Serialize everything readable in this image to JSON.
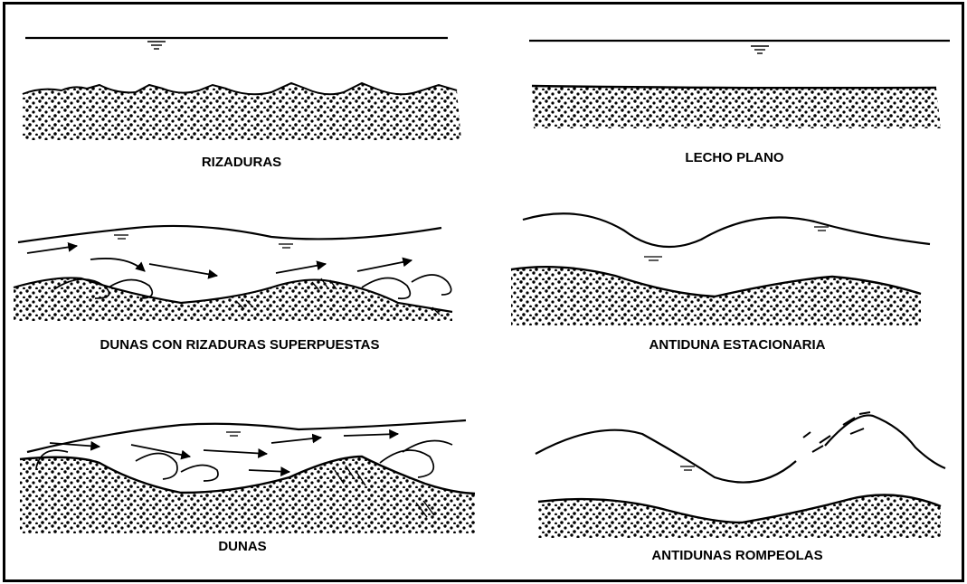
{
  "colors": {
    "ink": "#000000",
    "paper": "#ffffff"
  },
  "panels": [
    {
      "id": "rizaduras",
      "label": "RIZADURAS"
    },
    {
      "id": "lecho-plano",
      "label": "LECHO PLANO"
    },
    {
      "id": "dunas-rizaduras",
      "label": "DUNAS CON RIZADURAS SUPERPUESTAS"
    },
    {
      "id": "antiduna-estacionaria",
      "label": "ANTIDUNA ESTACIONARIA"
    },
    {
      "id": "dunas",
      "label": "DUNAS"
    },
    {
      "id": "antidunas-rompeolas",
      "label": "ANTIDUNAS ROMPEOLAS"
    }
  ]
}
